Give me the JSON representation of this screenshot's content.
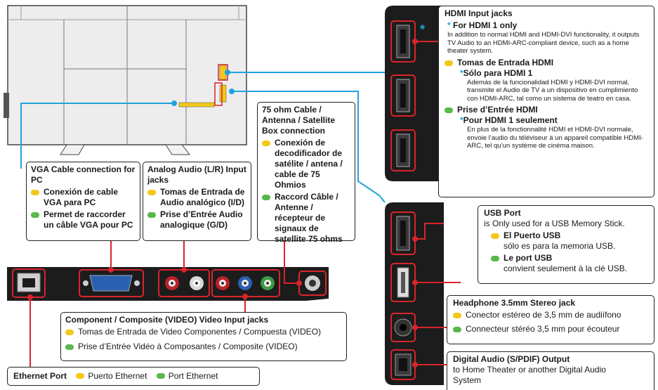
{
  "colors": {
    "accent_blue": "#1fa3dc",
    "accent_red": "#d8242c",
    "dot_yellow": "#f2c81a",
    "dot_green": "#58b94a"
  },
  "hdmi_box": {
    "title": "HDMI Input jacks",
    "en_head": "For HDMI 1 only",
    "en_body": "In addition to normal HDMI and HDMI-DVI functionality, it outputs TV Audio to an HDMI-ARC-compliant device, such as a home theater system.",
    "es_head": "Tomas de Entrada HDMI",
    "es_sub": "Sólo para HDMI 1",
    "es_body": "Además de la funcionalidad HDMI y HDMI-DVI normal, transmite el Audio de TV a un dispositivo en cumplimiento con HDMI-ARC, tal como un sistema de teatro en casa.",
    "fr_head": "Prise d’Entrée HDMI",
    "fr_sub": "Pour HDMI 1 seulement",
    "fr_body": "En plus de la fonctionnalité HDMI et HDMI-DVI normale, envoie l’audio du téléviseur à un appareil compatible HDMI-ARC, tel qu’un système de cinéma maison."
  },
  "usb_box": {
    "title": "USB Port",
    "en": "is Only used for a USB Memory Stick.",
    "es_head": "El Puerto USB",
    "es": "sólo es para la memoria USB.",
    "fr_head": "Le port USB",
    "fr": "convient seulement à la clé USB."
  },
  "headphone_box": {
    "title": "Headphone 3.5mm Stereo jack",
    "es": "Conector estéreo de 3,5 mm de audiífono",
    "fr": "Connecteur stéréo 3,5 mm pour écouteur"
  },
  "digital_box": {
    "title": "Digital Audio (S/PDIF) Output",
    "en": "to Home Theater or another Digital Audio System"
  },
  "vga_box": {
    "title": "VGA Cable connection for PC",
    "es": "Conexión de cable VGA para PC",
    "fr": "Permet de raccorder un câble VGA pour PC"
  },
  "analog_box": {
    "title": "Analog Audio (L/R) Input jacks",
    "es": "Tomas de Entrada de Audio analógico (I/D)",
    "fr": "Prise d’Entrée Audio analogique (G/D)"
  },
  "cable_box": {
    "title": "75 ohm Cable / Antenna / Satellite Box connection",
    "es": "Conexión de decodificador de satélite / antena / cable de 75 Ohmios",
    "fr": "Raccord Câble / Antenne / récepteur de signaux de satellite 75 ohms"
  },
  "component_box": {
    "title": "Component / Composite (VIDEO) Video Input jacks",
    "es": "Tomas de Entrada de Video Componentes / Compuesta (VIDEO)",
    "fr": "Prise d’Entrée Vidéo à Composantes / Composite (VIDEO)"
  },
  "ethernet_box": {
    "en": "Ethernet Port",
    "es": "Puerto Ethernet",
    "fr": "Port Ethernet"
  },
  "icons": [
    "tv-back-icon",
    "hdmi-port-icon",
    "usb-port-icon",
    "headphone-jack-icon",
    "optical-port-icon",
    "ethernet-port-icon",
    "vga-port-icon",
    "rca-jack-icon",
    "coax-port-icon"
  ]
}
